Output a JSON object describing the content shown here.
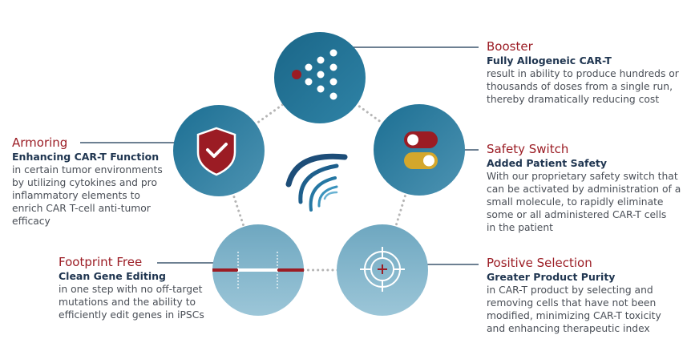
{
  "colors": {
    "accent_red": "#9b1c24",
    "teal_dark": "#1d6b8f",
    "teal_light": "#86b8cc",
    "navy": "#1f3550",
    "gold": "#d4a72c"
  },
  "features": [
    {
      "key": "booster",
      "title": "Booster",
      "subtitle": "Fully Allogeneic CAR-T",
      "body": "result in ability to produce hundreds or\nthousands of doses from a single run,\nthereby dramatically reducing cost",
      "icon": "cells-icon"
    },
    {
      "key": "safety",
      "title": "Safety Switch",
      "subtitle": "Added Patient Safety",
      "body": "With our proprietary safety switch that\ncan be activated by administration of a\nsmall molecule, to rapidly eliminate\nsome or all administered CAR-T cells\nin the patient",
      "icon": "toggle-switch-icon"
    },
    {
      "key": "selection",
      "title": "Positive Selection",
      "subtitle": "Greater Product Purity",
      "body": "in CAR-T product by selecting and\nremoving cells that have not been\nmodified, minimizing CAR-T toxicity\nand enhancing therapeutic index",
      "icon": "target-crosshair-icon"
    },
    {
      "key": "footprint",
      "title": "Footprint Free",
      "subtitle": "Clean Gene Editing",
      "body": "in one step with no off-target\nmutations and the ability to\nefficiently edit genes in iPSCs",
      "icon": "gene-edit-icon"
    },
    {
      "key": "armoring",
      "title": "Armoring",
      "subtitle": "Enhancing CAR-T Function",
      "body": "in certain tumor environments\nby utilizing cytokines and pro\ninflammatory elements to\nenrich CAR T-cell anti-tumor\nefficacy",
      "icon": "shield-check-icon"
    }
  ]
}
